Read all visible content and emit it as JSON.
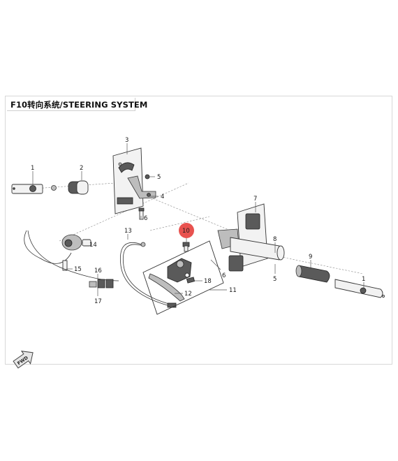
{
  "title": "F10转向系统/STEERING SYSTEM",
  "callouts": {
    "c1a": "1",
    "c2": "2",
    "c3": "3",
    "c4": "4",
    "c5a": "5",
    "c6a": "6",
    "c7": "7",
    "c8": "8",
    "c9": "9",
    "c10": "10",
    "c11": "11",
    "c12": "12",
    "c13": "13",
    "c14": "14",
    "c15": "15",
    "c16": "16",
    "c17": "17",
    "c18": "18",
    "c6b": "6",
    "c5b": "5",
    "c1b": "1"
  },
  "fwd_label": "FWD",
  "colors": {
    "highlight": "#e8524f",
    "line": "#555555",
    "frame": "#d8d8d8"
  }
}
